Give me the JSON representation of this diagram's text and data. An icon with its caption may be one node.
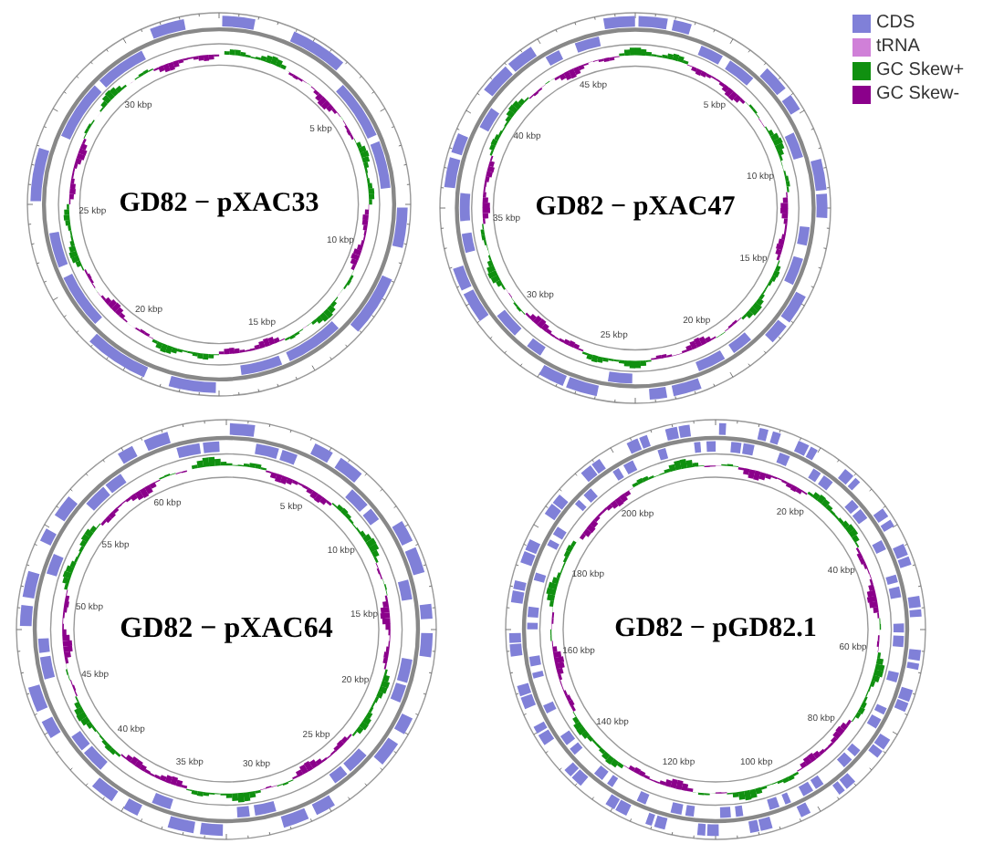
{
  "diagram": {
    "nodes": [
      {
        "text": [
          "GD82 − pXAC33",
          "5 kbp",
          "10 kbp",
          "15 kbp",
          "20 kbp",
          "25 kbp",
          "30 kbp"
        ]
      },
      {
        "text": [
          "GD82 − pXAC47",
          "5 kbp",
          "10 kbp",
          "15 kbp",
          "20 kbp",
          "25 kbp",
          "30 kbp",
          "35 kbp",
          "40 kbp",
          "45 kbp"
        ]
      },
      {
        "text": [
          "GD82 − pXAC64",
          "5 kbp",
          "10 kbp",
          "15 kbp",
          "20 kbp",
          "25 kbp",
          "30 kbp",
          "35 kbp",
          "40 kbp",
          "45 kbp",
          "50 kbp",
          "55 kbp",
          "60 kbp"
        ]
      },
      {
        "text": [
          "GD82 − pGD82.1",
          "20 kbp",
          "40 kbp",
          "60 kbp",
          "80 kbp",
          "100 kbp",
          "120 kbp",
          "140 kbp",
          "160 kbp",
          "180 kbp",
          "200 kbp"
        ]
      }
    ],
    "legend": [
      {
        "text": "CDS",
        "color": "#8080d8"
      },
      {
        "text": "tRNA",
        "color": "#d080d8"
      },
      {
        "text": "GC Skew+",
        "color": "#109010"
      },
      {
        "text": "GC Skew-",
        "color": "#8b008b"
      }
    ]
  }
}
